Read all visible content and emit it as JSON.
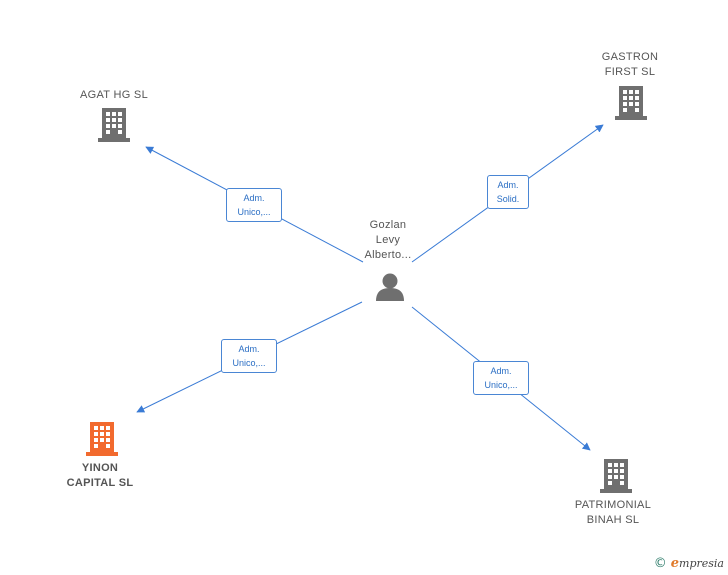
{
  "center": {
    "label": "Gozlan\nLevy\nAlberto..."
  },
  "companies": [
    {
      "id": "agat",
      "label": "AGAT HG  SL",
      "color": "#6f6f6f"
    },
    {
      "id": "gastron",
      "label": "GASTRON\nFIRST SL",
      "color": "#6f6f6f"
    },
    {
      "id": "yinon",
      "label": "YINON\nCAPITAL  SL",
      "color": "#f26a2e"
    },
    {
      "id": "patrimonial",
      "label": "PATRIMONIAL\nBINAH  SL",
      "color": "#6f6f6f"
    }
  ],
  "relations": [
    {
      "target": "agat",
      "label": "Adm.\nUnico,..."
    },
    {
      "target": "gastron",
      "label": "Adm.\nSolid."
    },
    {
      "target": "yinon",
      "label": "Adm.\nUnico,..."
    },
    {
      "target": "patrimonial",
      "label": "Adm.\nUnico,..."
    }
  ],
  "colors": {
    "edge": "#3a7bd5",
    "person": "#6f6f6f"
  },
  "brand": {
    "copyright": "©",
    "e": "e",
    "rest": "mpresia"
  }
}
